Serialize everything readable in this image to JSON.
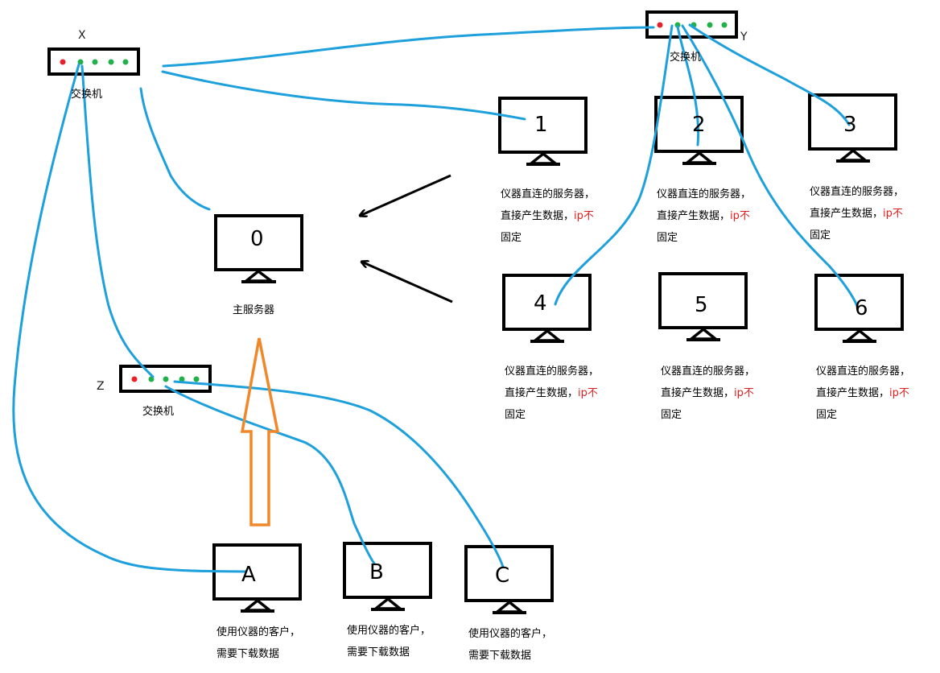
{
  "colors": {
    "wire": "#1ea0dc",
    "arrow_orange": "#f0882a",
    "led_red": "#e8202a",
    "led_green": "#22b04a",
    "ip_text": "#e02020"
  },
  "switches": {
    "x": {
      "letter": "X",
      "label": "交换机"
    },
    "y": {
      "letter": "Y",
      "label": "交换机"
    },
    "z": {
      "letter": "Z",
      "label": "交换机"
    }
  },
  "main_server": {
    "number": "0",
    "label": "主服务器"
  },
  "instrument_servers": [
    {
      "number": "1",
      "line1": "仪器直连的服务器，",
      "line2": "直接产生数据，",
      "ip": "ip不",
      "line3": "固定"
    },
    {
      "number": "2",
      "line1": "仪器直连的服务器，",
      "line2": "直接产生数据，",
      "ip": "ip不",
      "line3": "固定"
    },
    {
      "number": "3",
      "line1": "仪器直连的服务器，",
      "line2": "直接产生数据，",
      "ip": "ip不",
      "line3": "固定"
    },
    {
      "number": "4",
      "line1": "仪器直连的服务器，",
      "line2": "直接产生数据，",
      "ip": "ip不",
      "line3": "固定"
    },
    {
      "number": "5",
      "line1": "仪器直连的服务器，",
      "line2": "直接产生数据，",
      "ip": "ip不",
      "line3": "固定"
    },
    {
      "number": "6",
      "line1": "仪器直连的服务器，",
      "line2": "直接产生数据，",
      "ip": "ip不",
      "line3": "固定"
    }
  ],
  "clients": [
    {
      "letter": "A",
      "line1": "使用仪器的客户，",
      "line2": "需要下载数据"
    },
    {
      "letter": "B",
      "line1": "使用仪器的客户，",
      "line2": "需要下载数据"
    },
    {
      "letter": "C",
      "line1": "使用仪器的客户，",
      "line2": "需要下载数据"
    }
  ]
}
